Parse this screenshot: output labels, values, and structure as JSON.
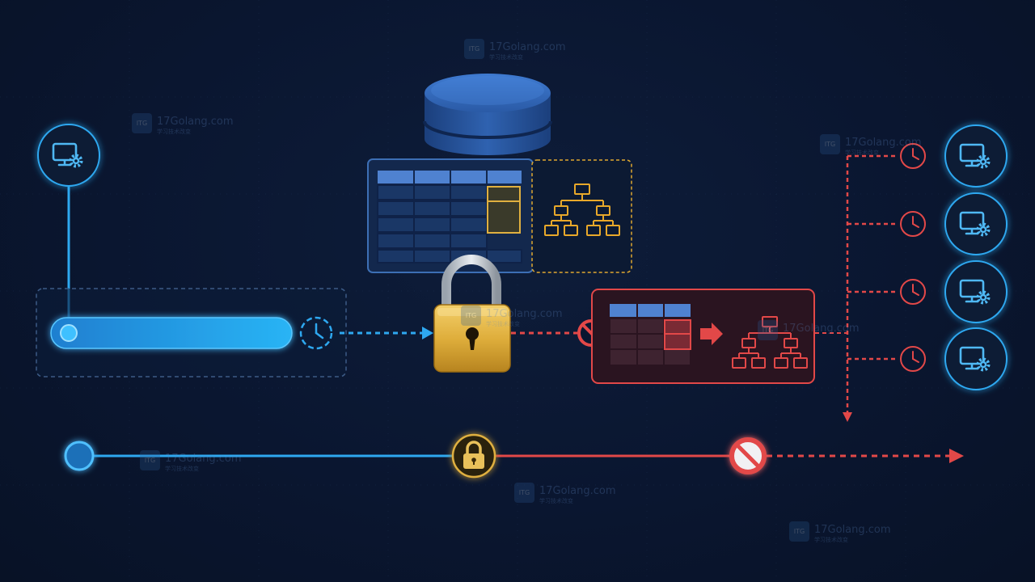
{
  "watermark": {
    "badge": "ITG",
    "site": "17Golang.com",
    "sub": "学习技术改变"
  },
  "colors": {
    "background": "#0a1630",
    "active_blue": "#2ea8f0",
    "lock_gold": "#e0b040",
    "blocked_red": "#e24848",
    "database_blue": "#2d5fa8",
    "index_tree_gold": "#e8a82a"
  },
  "icons": {
    "client": "monitor-gear-icon",
    "wait": "clock-icon",
    "lock": "padlock-icon",
    "blocked": "no-entry-icon",
    "database": "database-icon",
    "table": "table-grid-icon",
    "index": "tree-icon",
    "arrow": "arrow-right-icon"
  },
  "waiting_clients_count": 4
}
